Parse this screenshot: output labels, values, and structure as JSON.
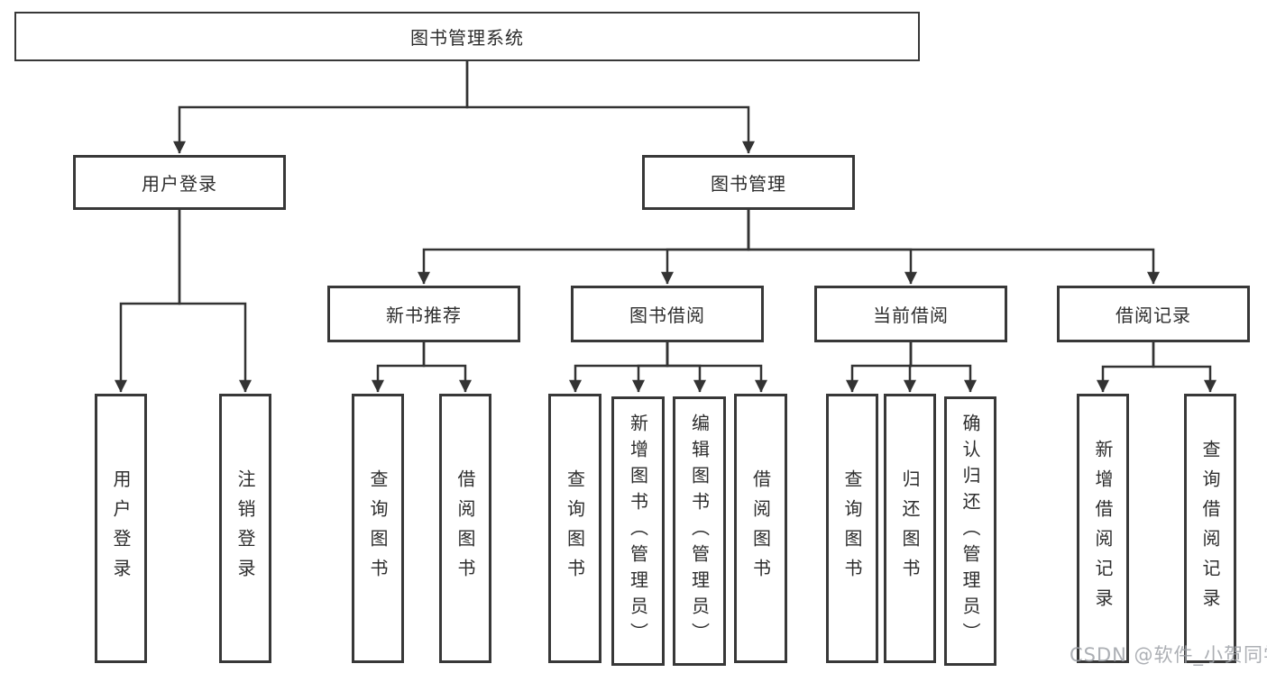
{
  "tree": {
    "label": "图书管理系统",
    "children": [
      {
        "label": "用户登录",
        "children": [
          {
            "label": "用户登录"
          },
          {
            "label": "注销登录"
          }
        ]
      },
      {
        "label": "图书管理",
        "children": [
          {
            "label": "新书推荐",
            "children": [
              {
                "label": "查询图书"
              },
              {
                "label": "借阅图书"
              }
            ]
          },
          {
            "label": "图书借阅",
            "children": [
              {
                "label": "查询图书"
              },
              {
                "label": "新增图书（管理员）"
              },
              {
                "label": "编辑图书（管理员）"
              },
              {
                "label": "借阅图书"
              }
            ]
          },
          {
            "label": "当前借阅",
            "children": [
              {
                "label": "查询图书"
              },
              {
                "label": "归还图书"
              },
              {
                "label": "确认归还（管理员）"
              }
            ]
          },
          {
            "label": "借阅记录",
            "children": [
              {
                "label": "新增借阅记录"
              },
              {
                "label": "查询借阅记录"
              }
            ]
          }
        ]
      }
    ]
  },
  "watermark": "CSDN @软件_小贺同学",
  "colors": {
    "line": "#333333",
    "border": "#383838",
    "text": "#2d2d2d",
    "watermark": "#9ea1a7"
  }
}
